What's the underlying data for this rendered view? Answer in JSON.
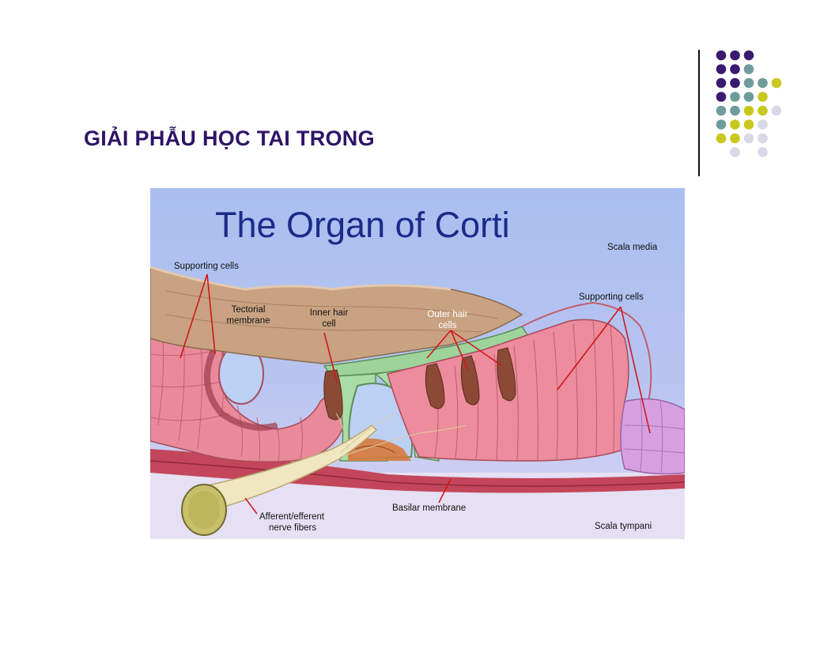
{
  "slide": {
    "title": "GIẢI PHẪU HỌC TAI TRONG"
  },
  "decor": {
    "dot_colors": {
      "purple": "#3a1a6e",
      "teal": "#6e9c9c",
      "yellow": "#c8c820",
      "lavender": "#d8d8e6"
    }
  },
  "figure": {
    "title": "The Organ of Corti",
    "labels": {
      "scala_media": "Scala media",
      "supporting_cells_left": "Supporting cells",
      "supporting_cells_right": "Supporting cells",
      "tectorial_1": "Tectorial",
      "tectorial_2": "membrane",
      "inner_hair_1": "Inner hair",
      "inner_hair_2": "cell",
      "outer_hair_1": "Outer hair",
      "outer_hair_2": "cells",
      "basilar_membrane": "Basilar membrane",
      "nerve_1": "Afferent/efferent",
      "nerve_2": "nerve fibers",
      "scala_tympani": "Scala tympani"
    }
  }
}
